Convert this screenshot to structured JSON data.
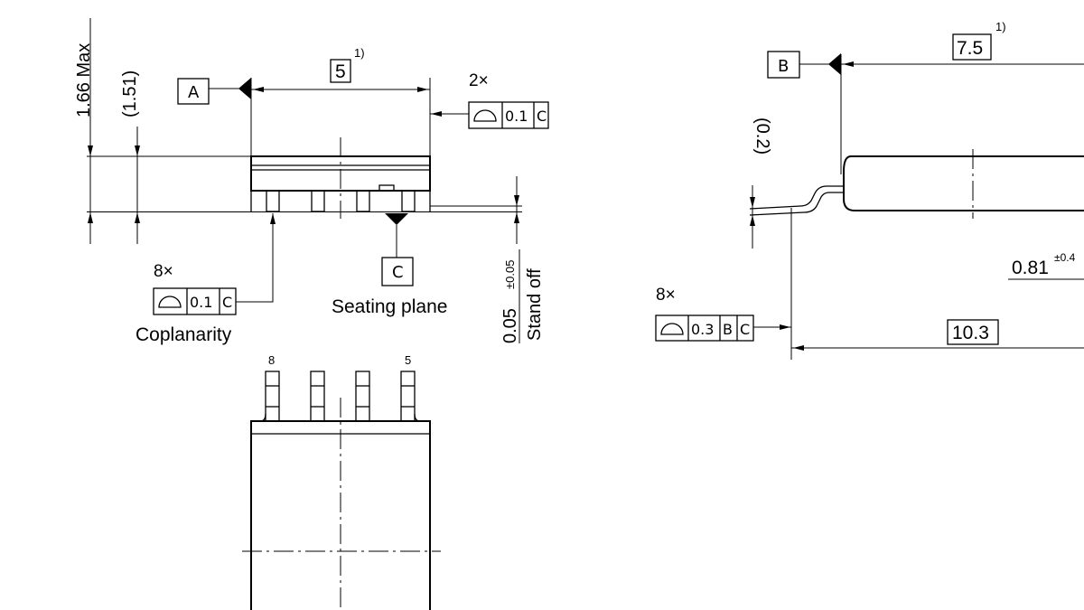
{
  "side_view": {
    "height_max": "1.66 Max",
    "height_ref": "(1.51)",
    "datum_a": "A",
    "body_length": "5",
    "footnote_marker": "1)",
    "flat_count": "2×",
    "flat_tol": "0.1",
    "flat_ref": "C",
    "cop_count": "8×",
    "cop_tol": "0.1",
    "cop_ref": "C",
    "coplanarity_label": "Coplanarity",
    "datum_c": "C",
    "seating_plane_label": "Seating plane",
    "standoff_value": "0.05",
    "standoff_tol": "±0.05",
    "standoff_label": "Stand off"
  },
  "end_view": {
    "datum_b": "B",
    "body_width": "7.5",
    "footnote_marker": "1)",
    "lead_thickness": "(0.2)",
    "lead_length": "0.81",
    "lead_length_tol": "±0.4",
    "profile_count": "8×",
    "profile_tol": "0.3",
    "profile_ref1": "B",
    "profile_ref2": "C",
    "overall_width": "10.3"
  },
  "top_view": {
    "pin_first": "8",
    "pin_last": "5"
  }
}
